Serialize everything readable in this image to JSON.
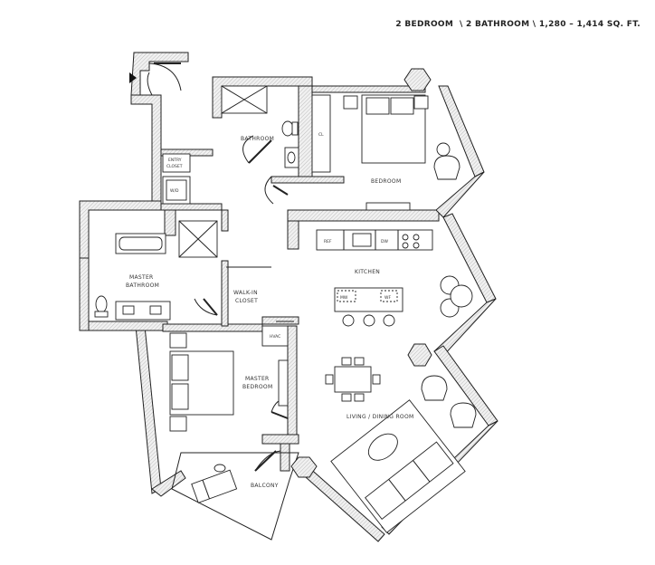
{
  "header": {
    "text": "2 BEDROOM  \\ 2 BATHROOM \\ 1,280 – 1,414 SQ. FT."
  },
  "rooms": {
    "bathroom": "BATHROOM",
    "closet": "CL",
    "bedroom": "BEDROOM",
    "entry_closet_1": "ENTRY",
    "entry_closet_2": "CLOSET",
    "wd": "W/D",
    "kitchen": "KITCHEN",
    "ref": "REF",
    "dw": "DW",
    "mw": "MW",
    "wf": "WF",
    "master_bathroom_1": "MASTER",
    "master_bathroom_2": "BATHROOM",
    "walkin_1": "WALK-IN",
    "walkin_2": "CLOSET",
    "hvac": "HVAC",
    "master_bedroom_1": "MASTER",
    "master_bedroom_2": "BEDROOM",
    "living_dining": "LIVING / DINING ROOM",
    "balcony": "BALCONY"
  }
}
